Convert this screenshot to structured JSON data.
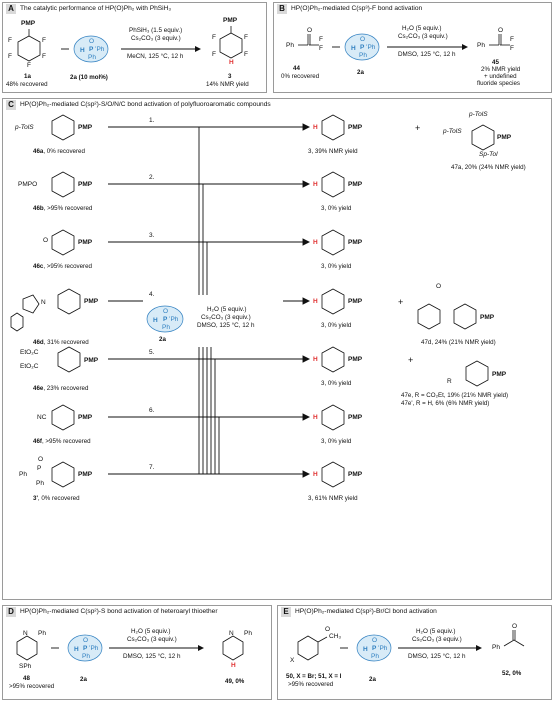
{
  "panelA": {
    "tag": "A",
    "title": "The catalytic performance of HP(O)Ph₂ with PhSiH₃",
    "sm_label": "1a",
    "sm_status": "48% recovered",
    "cat_label": "2a (10 mol%)",
    "reagent1": "PhSiH₃ (1.5 equiv.)",
    "reagent2": "Cs₂CO₃ (3 equiv.)",
    "conditions": "MeCN, 125 °C, 12 h",
    "prod_label": "3",
    "prod_yield": "14% NMR yield",
    "pmp": "PMP",
    "F": "F",
    "H": "H"
  },
  "panelB": {
    "tag": "B",
    "title": "HP(O)Ph₂-mediated C(sp³)-F bond activation",
    "sm_label": "44",
    "sm_status": "0% recovered",
    "cat_label": "2a",
    "reagent1": "H₂O (5 equiv.)",
    "reagent2": "Cs₂CO₃ (3 equiv.)",
    "conditions": "DMSO, 125 °C, 12 h",
    "prod_label": "45",
    "prod_yield1": "2% NMR yield",
    "prod_yield2": "+ undefined",
    "prod_yield3": "fluoride species",
    "Ph": "Ph",
    "O": "O",
    "F": "F"
  },
  "panelC": {
    "tag": "C",
    "title": "HP(O)Ph₂-mediated C(sp²)-S/O/N/C bond activation of polyfluoroaromatic compounds",
    "cat_label": "2a",
    "reagent1": "H₂O (5 equiv.)",
    "reagent2": "Cs₂CO₃ (3 equiv.)",
    "conditions": "DMSO, 125 °C, 12 h",
    "rows": [
      {
        "sub": "p-TolS",
        "label": "46a",
        "status": ", 0% recovered",
        "num": "1.",
        "prod": "3, 39% NMR yield"
      },
      {
        "sub": "PMPO",
        "label": "46b",
        "status": ", >95% recovered",
        "num": "2.",
        "prod": "3, 0% yield"
      },
      {
        "sub": "O",
        "label": "46c",
        "status": ", >95% recovered",
        "num": "3.",
        "prod": "3, 0% yield"
      },
      {
        "sub": "N",
        "label": "46d",
        "status": ", 31% recovered",
        "num": "4.",
        "prod": "3, 0% yield"
      },
      {
        "sub": "EtO₂C",
        "label": "46e",
        "status": ", 23% recovered",
        "num": "5.",
        "prod": "3, 0% yield"
      },
      {
        "sub": "NC",
        "label": "46f",
        "status": ", >95% recovered",
        "num": "6.",
        "prod": "3, 0% yield"
      },
      {
        "sub": "Ph",
        "label": "3'",
        "status": ", 0% recovered",
        "num": "7.",
        "prod": "3, 61% NMR yield"
      }
    ],
    "side47a": "47a, 20% (24% NMR yield)",
    "side47d": "47d, 24% (21% NMR yield)",
    "side47e": "47e, R = CO₂Et, 19% (21% NMR yield)",
    "side47e2": "47e', R = H, 6% (6% NMR yield)",
    "plus": "+",
    "pmp": "PMP",
    "H": "H",
    "R": "R",
    "ptols": "p-TolS",
    "stol": "Sp-Tol",
    "EtO2C2": "EtO₂C",
    "ph_p": "Ph",
    "p": "P",
    "o": "O"
  },
  "panelD": {
    "tag": "D",
    "title": "HP(O)Ph₂-mediated C(sp²)-S bond activation of heteroaryl thioether",
    "sm_label": "48",
    "sm_status": ">95% recovered",
    "cat_label": "2a",
    "reagent1": "H₂O (5 equiv.)",
    "reagent2": "Cs₂CO₃ (3 equiv.)",
    "conditions": "DMSO, 125 °C, 12 h",
    "prod_label": "49, 0%",
    "N": "N",
    "Ph": "Ph",
    "SPh": "SPh",
    "H": "H"
  },
  "panelE": {
    "tag": "E",
    "title": "HP(O)Ph₂-mediated C(sp²)-Br/Cl bond activation",
    "sm_label": "50, X = Br; 51, X = I",
    "sm_status": ">95% recovered",
    "cat_label": "2a",
    "reagent1": "H₂O (5 equiv.)",
    "reagent2": "Cs₂CO₃ (3 equiv.)",
    "conditions": "DMSO, 125 °C, 12 h",
    "prod_label": "52, 0%",
    "X": "X",
    "O": "O",
    "CH3": "CH₃",
    "Ph": "Ph"
  },
  "catalyst": {
    "H": "H",
    "P": "P",
    "O": "O",
    "Ph": "Ph",
    "iPh": "’Ph"
  },
  "colors": {
    "accent_blue": "#2f7fc0",
    "ellipse_fill": "#d8ebf7",
    "highlight_red": "#e03030",
    "tag_bg": "#d9d9d9"
  }
}
